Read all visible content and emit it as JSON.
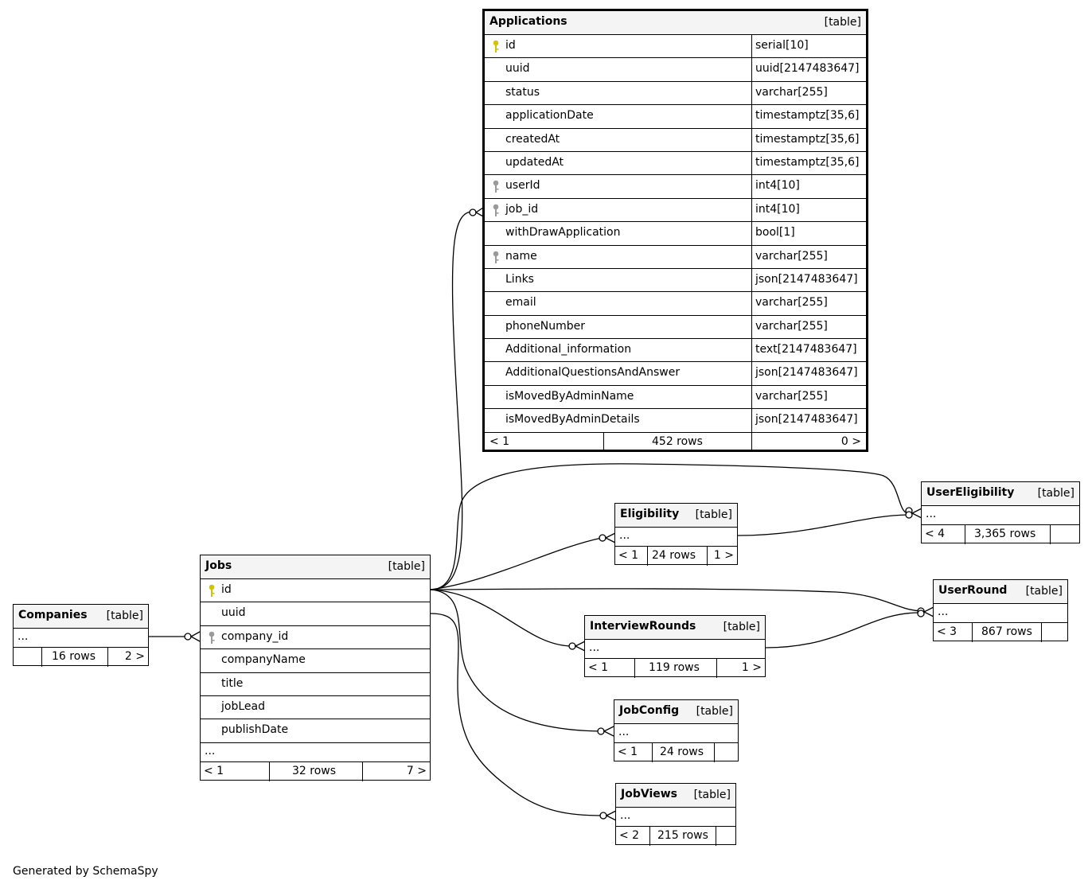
{
  "diagram": {
    "generator_text": "Generated by SchemaSpy",
    "type_label": "[table]",
    "ellipsis": "...",
    "tables": {
      "applications": {
        "name": "Applications",
        "columns": [
          {
            "name": "id",
            "type": "serial[10]",
            "key": "primary"
          },
          {
            "name": "uuid",
            "type": "uuid[2147483647]",
            "key": ""
          },
          {
            "name": "status",
            "type": "varchar[255]",
            "key": ""
          },
          {
            "name": "applicationDate",
            "type": "timestamptz[35,6]",
            "key": ""
          },
          {
            "name": "createdAt",
            "type": "timestamptz[35,6]",
            "key": ""
          },
          {
            "name": "updatedAt",
            "type": "timestamptz[35,6]",
            "key": ""
          },
          {
            "name": "userId",
            "type": "int4[10]",
            "key": "foreign"
          },
          {
            "name": "job_id",
            "type": "int4[10]",
            "key": "foreign"
          },
          {
            "name": "withDrawApplication",
            "type": "bool[1]",
            "key": ""
          },
          {
            "name": "name",
            "type": "varchar[255]",
            "key": "foreign"
          },
          {
            "name": "Links",
            "type": "json[2147483647]",
            "key": ""
          },
          {
            "name": "email",
            "type": "varchar[255]",
            "key": ""
          },
          {
            "name": "phoneNumber",
            "type": "varchar[255]",
            "key": ""
          },
          {
            "name": "Additional_information",
            "type": "text[2147483647]",
            "key": ""
          },
          {
            "name": "AdditionalQuestionsAndAnswer",
            "type": "json[2147483647]",
            "key": ""
          },
          {
            "name": "isMovedByAdminName",
            "type": "varchar[255]",
            "key": ""
          },
          {
            "name": "isMovedByAdminDetails",
            "type": "json[2147483647]",
            "key": ""
          }
        ],
        "footer": {
          "left": "< 1",
          "rows": "452 rows",
          "right": "0 >"
        }
      },
      "jobs": {
        "name": "Jobs",
        "columns": [
          {
            "name": "id",
            "key": "primary"
          },
          {
            "name": "uuid",
            "key": ""
          },
          {
            "name": "company_id",
            "key": "foreign"
          },
          {
            "name": "companyName",
            "key": ""
          },
          {
            "name": "title",
            "key": ""
          },
          {
            "name": "jobLead",
            "key": ""
          },
          {
            "name": "publishDate",
            "key": ""
          }
        ],
        "footer": {
          "left": "< 1",
          "rows": "32 rows",
          "right": "7 >"
        }
      },
      "companies": {
        "name": "Companies",
        "footer": {
          "left": "",
          "rows": "16 rows",
          "right": "2 >"
        }
      },
      "eligibility": {
        "name": "Eligibility",
        "footer": {
          "left": "< 1",
          "rows": "24 rows",
          "right": "1 >"
        }
      },
      "user_eligibility": {
        "name": "UserEligibility",
        "footer": {
          "left": "< 4",
          "rows": "3,365 rows",
          "right": ""
        }
      },
      "user_round": {
        "name": "UserRound",
        "footer": {
          "left": "< 3",
          "rows": "867 rows",
          "right": ""
        }
      },
      "interview_rounds": {
        "name": "InterviewRounds",
        "footer": {
          "left": "< 1",
          "rows": "119 rows",
          "right": "1 >"
        }
      },
      "job_config": {
        "name": "JobConfig",
        "footer": {
          "left": "< 1",
          "rows": "24 rows",
          "right": ""
        }
      },
      "job_views": {
        "name": "JobViews",
        "footer": {
          "left": "< 2",
          "rows": "215 rows",
          "right": ""
        }
      }
    },
    "colors": {
      "primary_key": "#d4c300",
      "foreign_key": "#9a9a9a",
      "header_bg": "#f4f4f4",
      "line": "#000000"
    }
  }
}
